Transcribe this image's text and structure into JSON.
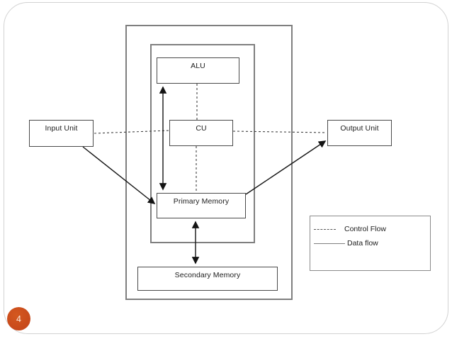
{
  "slide": {
    "page_number": "4",
    "accent_color": "#C8471D",
    "frame_border_color": "#D2D2D2"
  },
  "diagram": {
    "type": "block-diagram",
    "subject": "computer-system-architecture",
    "boxes": {
      "alu": {
        "label": "ALU"
      },
      "cu": {
        "label": "CU"
      },
      "input_unit": {
        "label": "Input Unit"
      },
      "output_unit": {
        "label": "Output Unit"
      },
      "primary_memory": {
        "label": "Primary Memory"
      },
      "secondary_memory": {
        "label": "Secondary Memory"
      }
    },
    "containers": {
      "outer_rect_color": "#7F7F7F",
      "inner_rect_color": "#7F7F7F",
      "box_border_color": "#4A4A4A"
    },
    "connections": [
      {
        "from": "ALU",
        "to": "CU",
        "style": "dashed",
        "meaning": "Control Flow"
      },
      {
        "from": "CU",
        "to": "Primary Memory",
        "style": "dashed",
        "meaning": "Control Flow"
      },
      {
        "from": "Input Unit",
        "to": "CU",
        "style": "dashed",
        "meaning": "Control Flow"
      },
      {
        "from": "CU",
        "to": "Output Unit",
        "style": "dashed",
        "meaning": "Control Flow"
      },
      {
        "from": "ALU",
        "to": "Primary Memory",
        "style": "solid",
        "arrows": "both",
        "meaning": "Data flow"
      },
      {
        "from": "Input Unit",
        "to": "Primary Memory",
        "style": "solid",
        "arrows": "end",
        "meaning": "Data flow"
      },
      {
        "from": "Primary Memory",
        "to": "Output Unit",
        "style": "solid",
        "arrows": "end",
        "meaning": "Data flow"
      },
      {
        "from": "Primary Memory",
        "to": "Secondary Memory",
        "style": "solid",
        "arrows": "both",
        "meaning": "Data flow"
      }
    ],
    "legend": {
      "control_flow_label": "Control Flow",
      "data_flow_label": "Data flow",
      "dashed_line_color": "#595959",
      "solid_line_color": "#808080"
    }
  }
}
